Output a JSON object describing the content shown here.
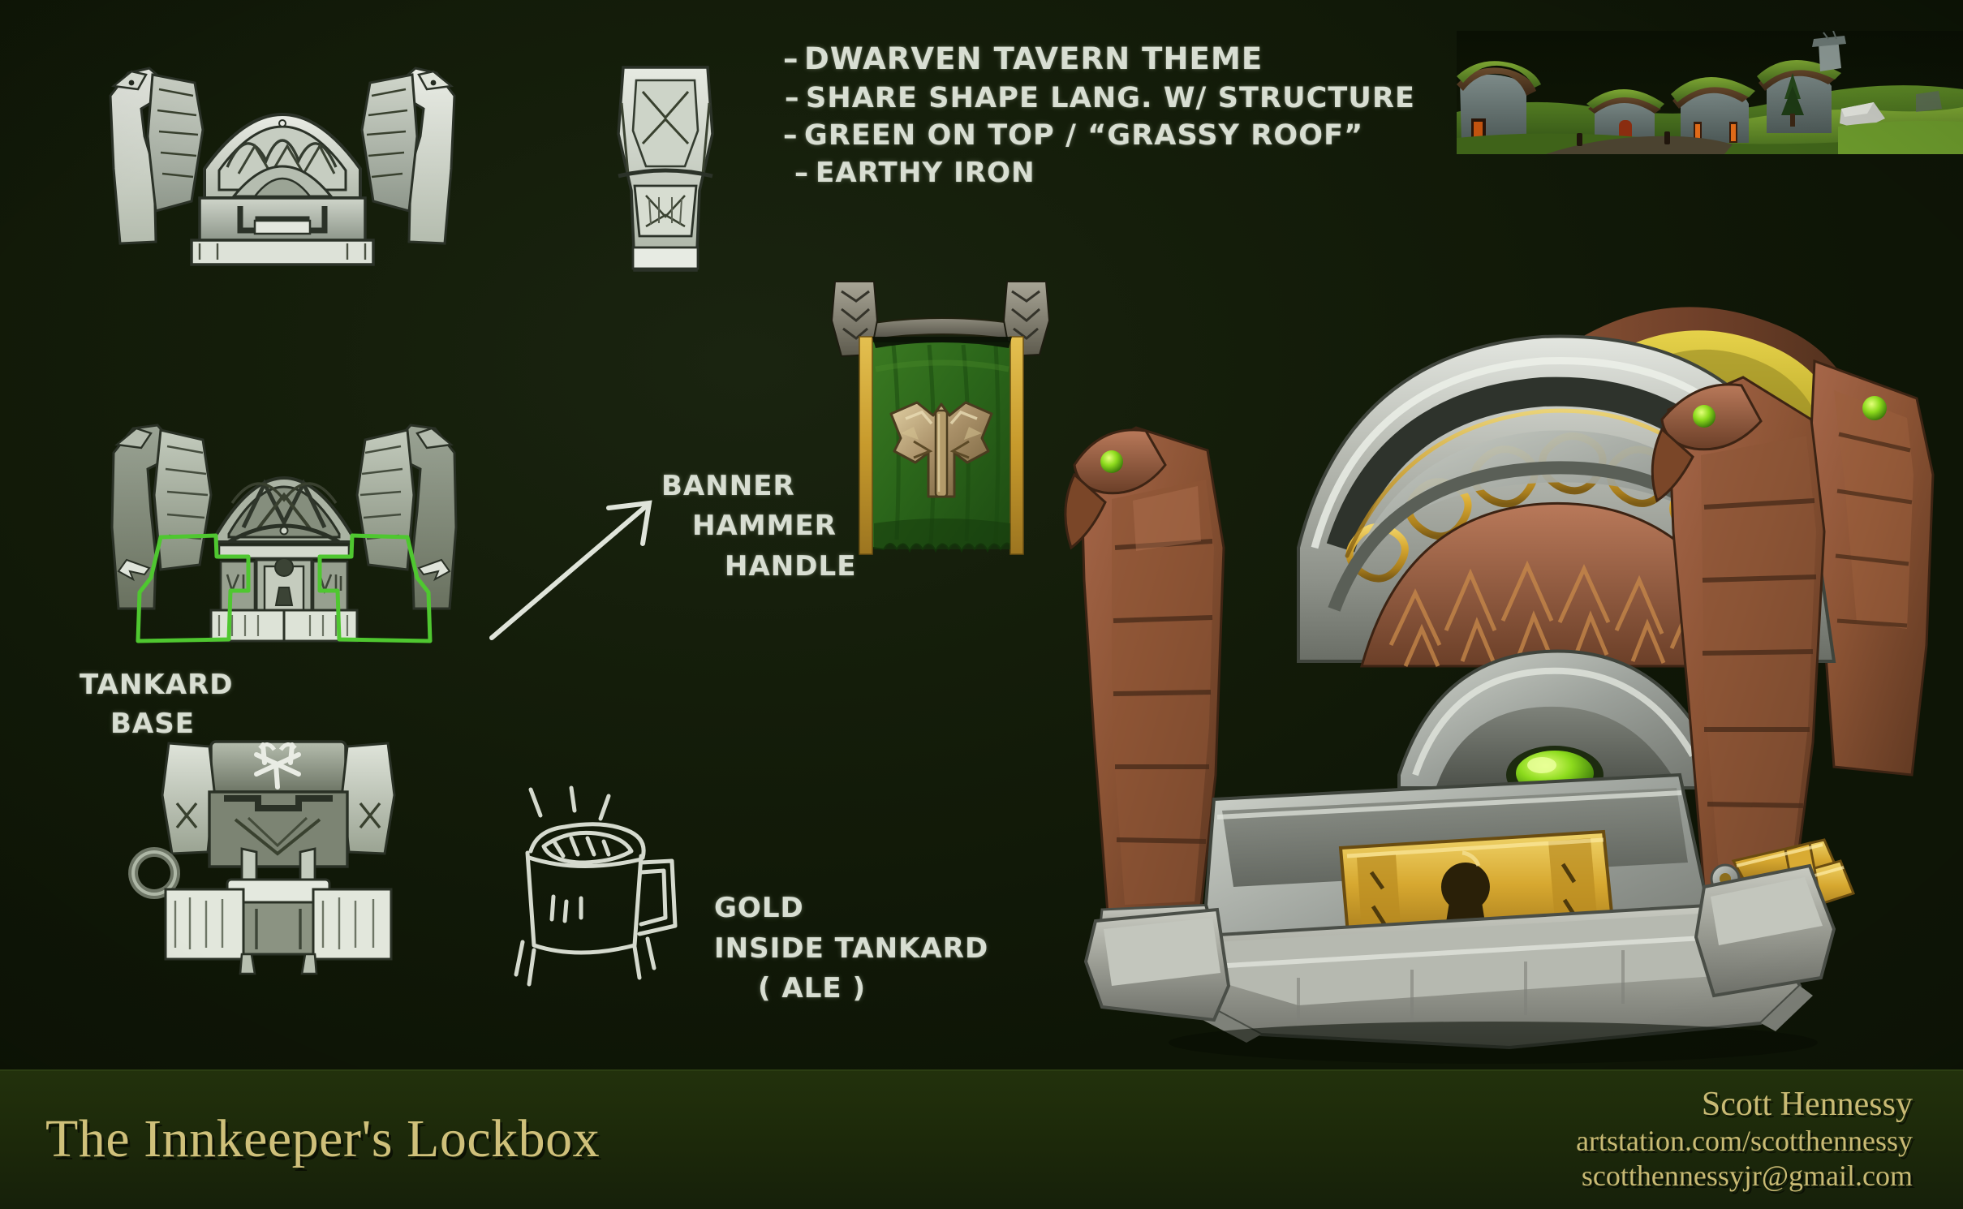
{
  "sheet": {
    "background_color": "#141d0a",
    "title": "The Innkeeper's Lockbox"
  },
  "notes": {
    "heading_style": "handwritten-marker",
    "items": [
      "DWARVEN TAVERN THEME",
      "SHARE SHAPE LANG. W/ STRUCTURE",
      "GREEN ON TOP / “GRASSY ROOF”",
      "EARTHY IRON"
    ]
  },
  "callouts": {
    "banner": {
      "line1": "BANNER",
      "line2": "HAMMER",
      "line3": "HANDLE"
    },
    "tankard": {
      "line1": "TANKARD",
      "line2": "BASE"
    },
    "gold": {
      "line1": "GOLD",
      "line2": "INSIDE TANKARD",
      "line3": "( ALE )"
    }
  },
  "sketches": [
    {
      "name": "front-elevation-sketch",
      "description": "Grayscale front orthographic of lockbox with raven-head corner posts"
    },
    {
      "name": "side-profile-sketch",
      "description": "Narrow side profile with knotwork panel"
    },
    {
      "name": "front-detail-sketch",
      "description": "Front view with green highlight callouts on tankard base corners and central keyhole"
    },
    {
      "name": "rear-top-sketch",
      "description": "Rear / top view with crossed hammer motif"
    },
    {
      "name": "tankard-sketch",
      "description": "Line drawing of a foaming tankard with handle"
    }
  ],
  "reference": {
    "name": "dwarven-village-reference",
    "caption": "Grassy-roofed dwarven village environment reference"
  },
  "banner_art": {
    "name": "hammer-banner",
    "cloth_color": "#2f6a1c",
    "trim_color": "#c8a43a",
    "emblem": "dwarven-war-hammer"
  },
  "render": {
    "name": "innkeepers-lockbox-render",
    "materials": {
      "copper": "#8a5434",
      "steel": "#b9bcb4",
      "gold": "#d9a62a",
      "gem": "#7ed11e"
    }
  },
  "footer": {
    "title": "The Innkeeper's Lockbox",
    "artist": "Scott Hennessy",
    "portfolio": "artstation.com/scotthennessy",
    "email": "scotthennessyjr@gmail.com",
    "text_color": "#c9ba74"
  }
}
